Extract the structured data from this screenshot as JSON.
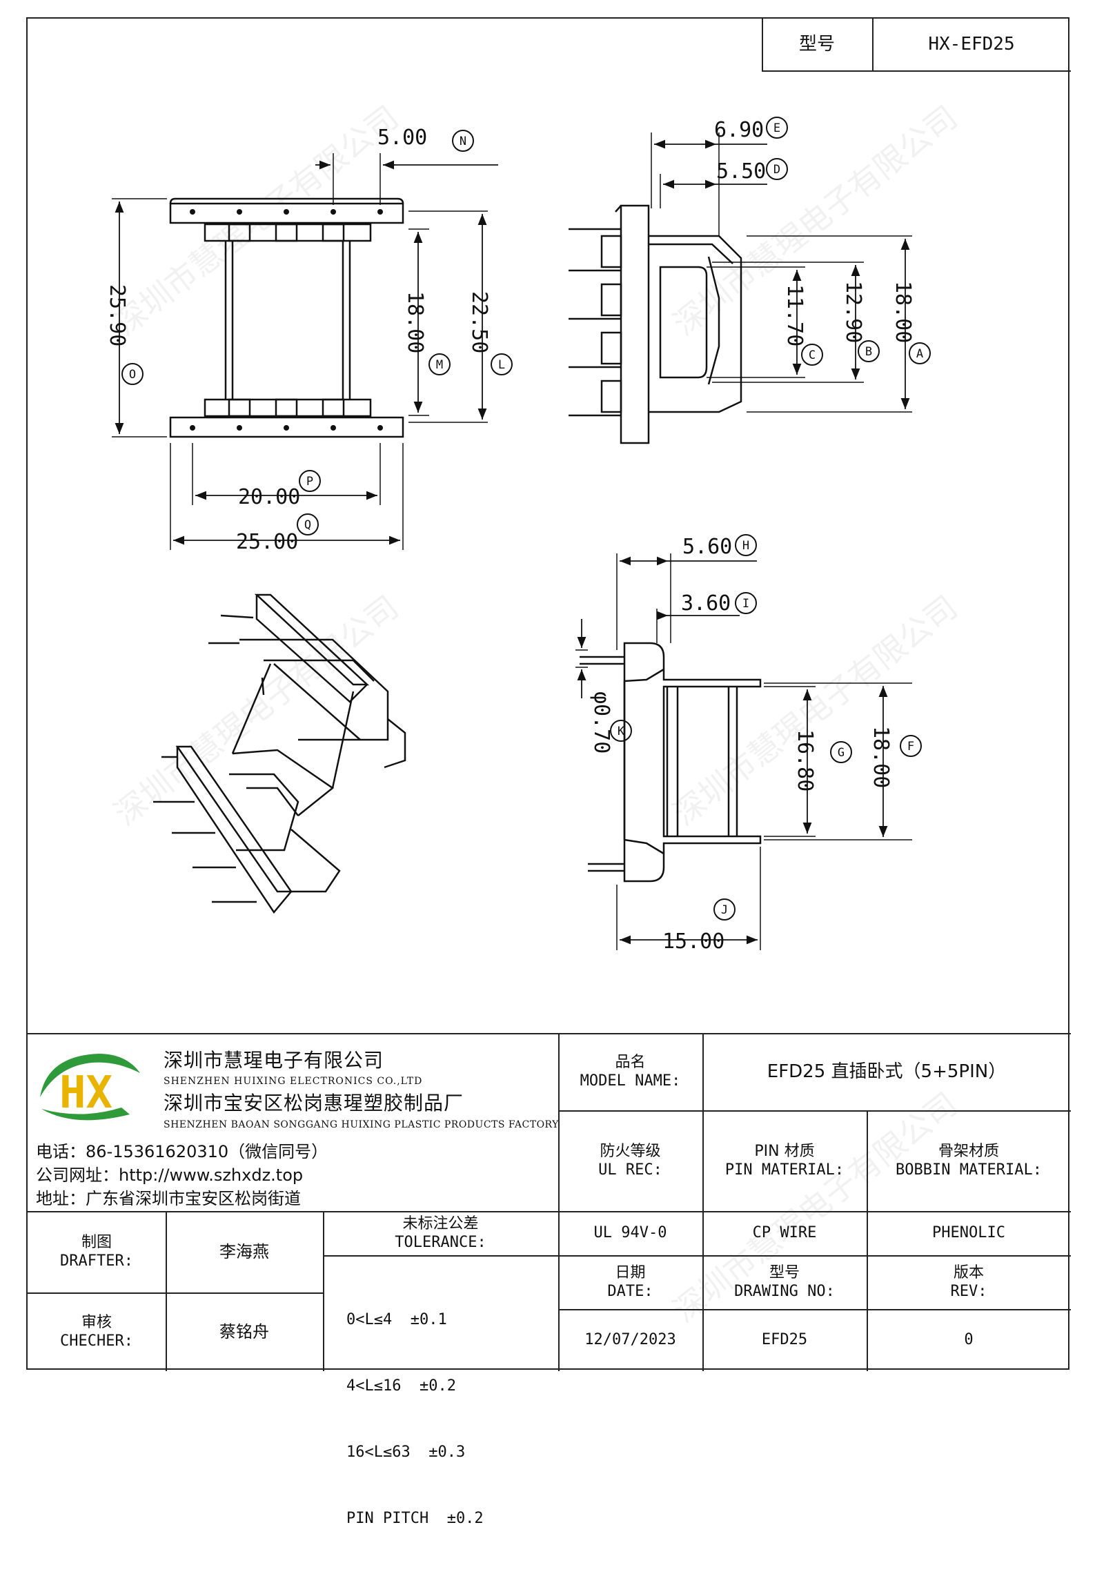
{
  "header": {
    "model_label": "型号",
    "model_value": "HX-EFD25"
  },
  "dims": {
    "N": "5.00",
    "N_tag": "N",
    "O": "25.90",
    "O_tag": "O",
    "M": "18.00",
    "M_tag": "M",
    "L": "22.50",
    "L_tag": "L",
    "P": "20.00",
    "P_tag": "P",
    "Q": "25.00",
    "Q_tag": "Q",
    "E": "6.90",
    "E_tag": "E",
    "D": "5.50",
    "D_tag": "D",
    "C": "11.70",
    "C_tag": "C",
    "B": "12.90",
    "B_tag": "B",
    "A": "18.00",
    "A_tag": "A",
    "H": "5.60",
    "H_tag": "H",
    "I": "3.60",
    "I_tag": "I",
    "K": "φ0.70",
    "K_tag": "K",
    "G": "16.80",
    "G_tag": "G",
    "F": "18.00",
    "F_tag": "F",
    "J": "15.00",
    "J_tag": "J"
  },
  "watermark": "深圳市慧瑆电子有限公司",
  "company": {
    "logo_text": "HX",
    "name_cn": "深圳市慧瑆电子有限公司",
    "name_en": "SHENZHEN HUIXING ELECTRONICS CO.,LTD",
    "factory_cn": "深圳市宝安区松岗惠瑆塑胶制品厂",
    "factory_en": "SHENZHEN BAOAN SONGGANG HUIXING PLASTIC PRODUCTS FACTORY",
    "phone": "电话：86-15361620310（微信同号）",
    "website": "公司网址：http://www.szhxdz.top",
    "address": "地址：广东省深圳市宝安区松岗街道"
  },
  "titleblock": {
    "model_name_cn": "品名",
    "model_name_en": "MODEL NAME:",
    "model_name_value": "EFD25 直插卧式（5+5PIN）",
    "ul_cn": "防火等级",
    "ul_en": "UL REC:",
    "pin_cn": "PIN 材质",
    "pin_en": "PIN MATERIAL:",
    "bobbin_cn": "骨架材质",
    "bobbin_en": "BOBBIN MATERIAL:",
    "ul_value": "UL 94V-0",
    "pin_value": "CP WIRE",
    "bobbin_value": "PHENOLIC",
    "drafter_cn": "制图",
    "drafter_en": "DRAFTER:",
    "drafter_name": "李海燕",
    "checker_cn": "审核",
    "checker_en": "CHECHER:",
    "checker_name": "蔡铭舟",
    "tolerance_cn": "未标注公差",
    "tolerance_en": "TOLERANCE:",
    "tolerances": [
      "0<L≤4  ±0.1",
      "4<L≤16  ±0.2",
      "16<L≤63  ±0.3",
      "PIN PITCH  ±0.2"
    ],
    "date_cn": "日期",
    "date_en": "DATE:",
    "drawing_no_cn": "型号",
    "drawing_no_en": "DRAWING NO:",
    "rev_cn": "版本",
    "rev_en": "REV:",
    "date_value": "12/07/2023",
    "drawing_no_value": "EFD25",
    "rev_value": "0"
  }
}
